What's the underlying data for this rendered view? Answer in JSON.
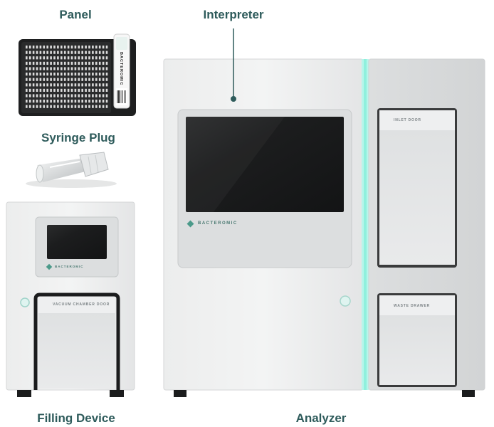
{
  "labels": {
    "panel": "Panel",
    "interpreter": "Interpreter",
    "syringe_plug": "Syringe Plug",
    "filling_device": "Filling Device",
    "analyzer": "Analyzer"
  },
  "brand": {
    "name": "BACTEROMIC",
    "color": "#4b9a8a"
  },
  "devices": {
    "filling_device_door_label": "VACUUM CHAMBER DOOR",
    "analyzer_upper_door_label": "INLET DOOR",
    "analyzer_lower_door_label": "WASTE DRAWER"
  },
  "colors": {
    "label_text": "#2e5b5b",
    "accent_light_strip": "#9ff0e0",
    "device_body": "#e9eaea",
    "screen": "#1d1e1f"
  }
}
